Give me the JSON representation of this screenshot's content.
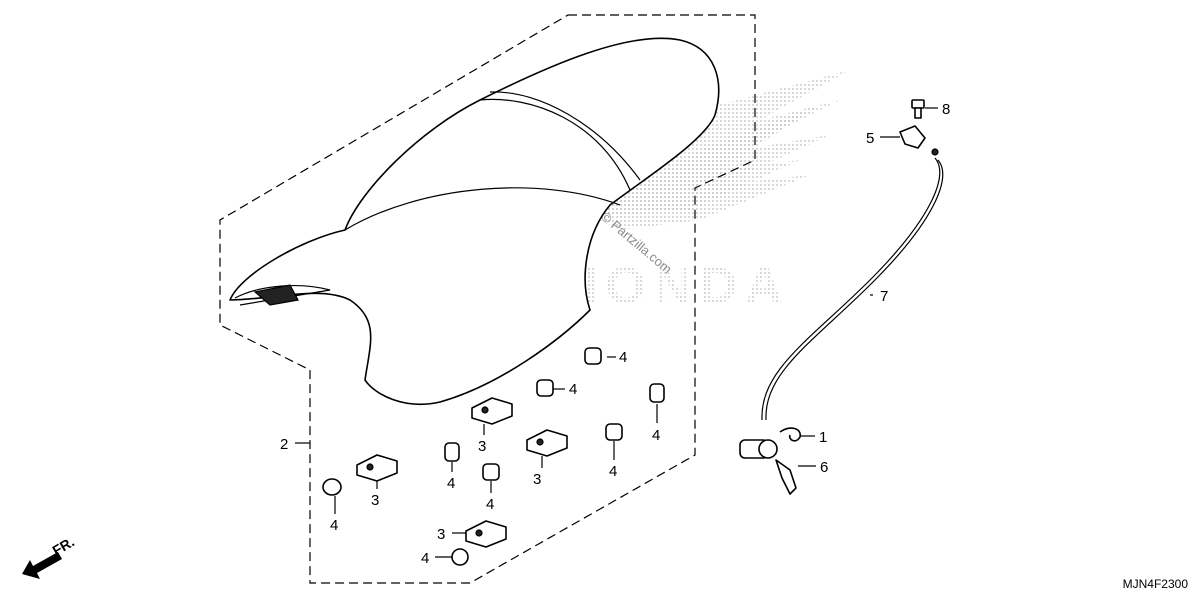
{
  "diagram": {
    "drawing_code": "MJN4F2300",
    "direction_label": "FR.",
    "watermark_brand": "HONDA",
    "watermark_site": "© Partzilla.com",
    "callouts": {
      "c1": "1",
      "c2": "2",
      "c3": "3",
      "c4": "4",
      "c5": "5",
      "c6": "6",
      "c7": "7",
      "c8": "8"
    }
  }
}
